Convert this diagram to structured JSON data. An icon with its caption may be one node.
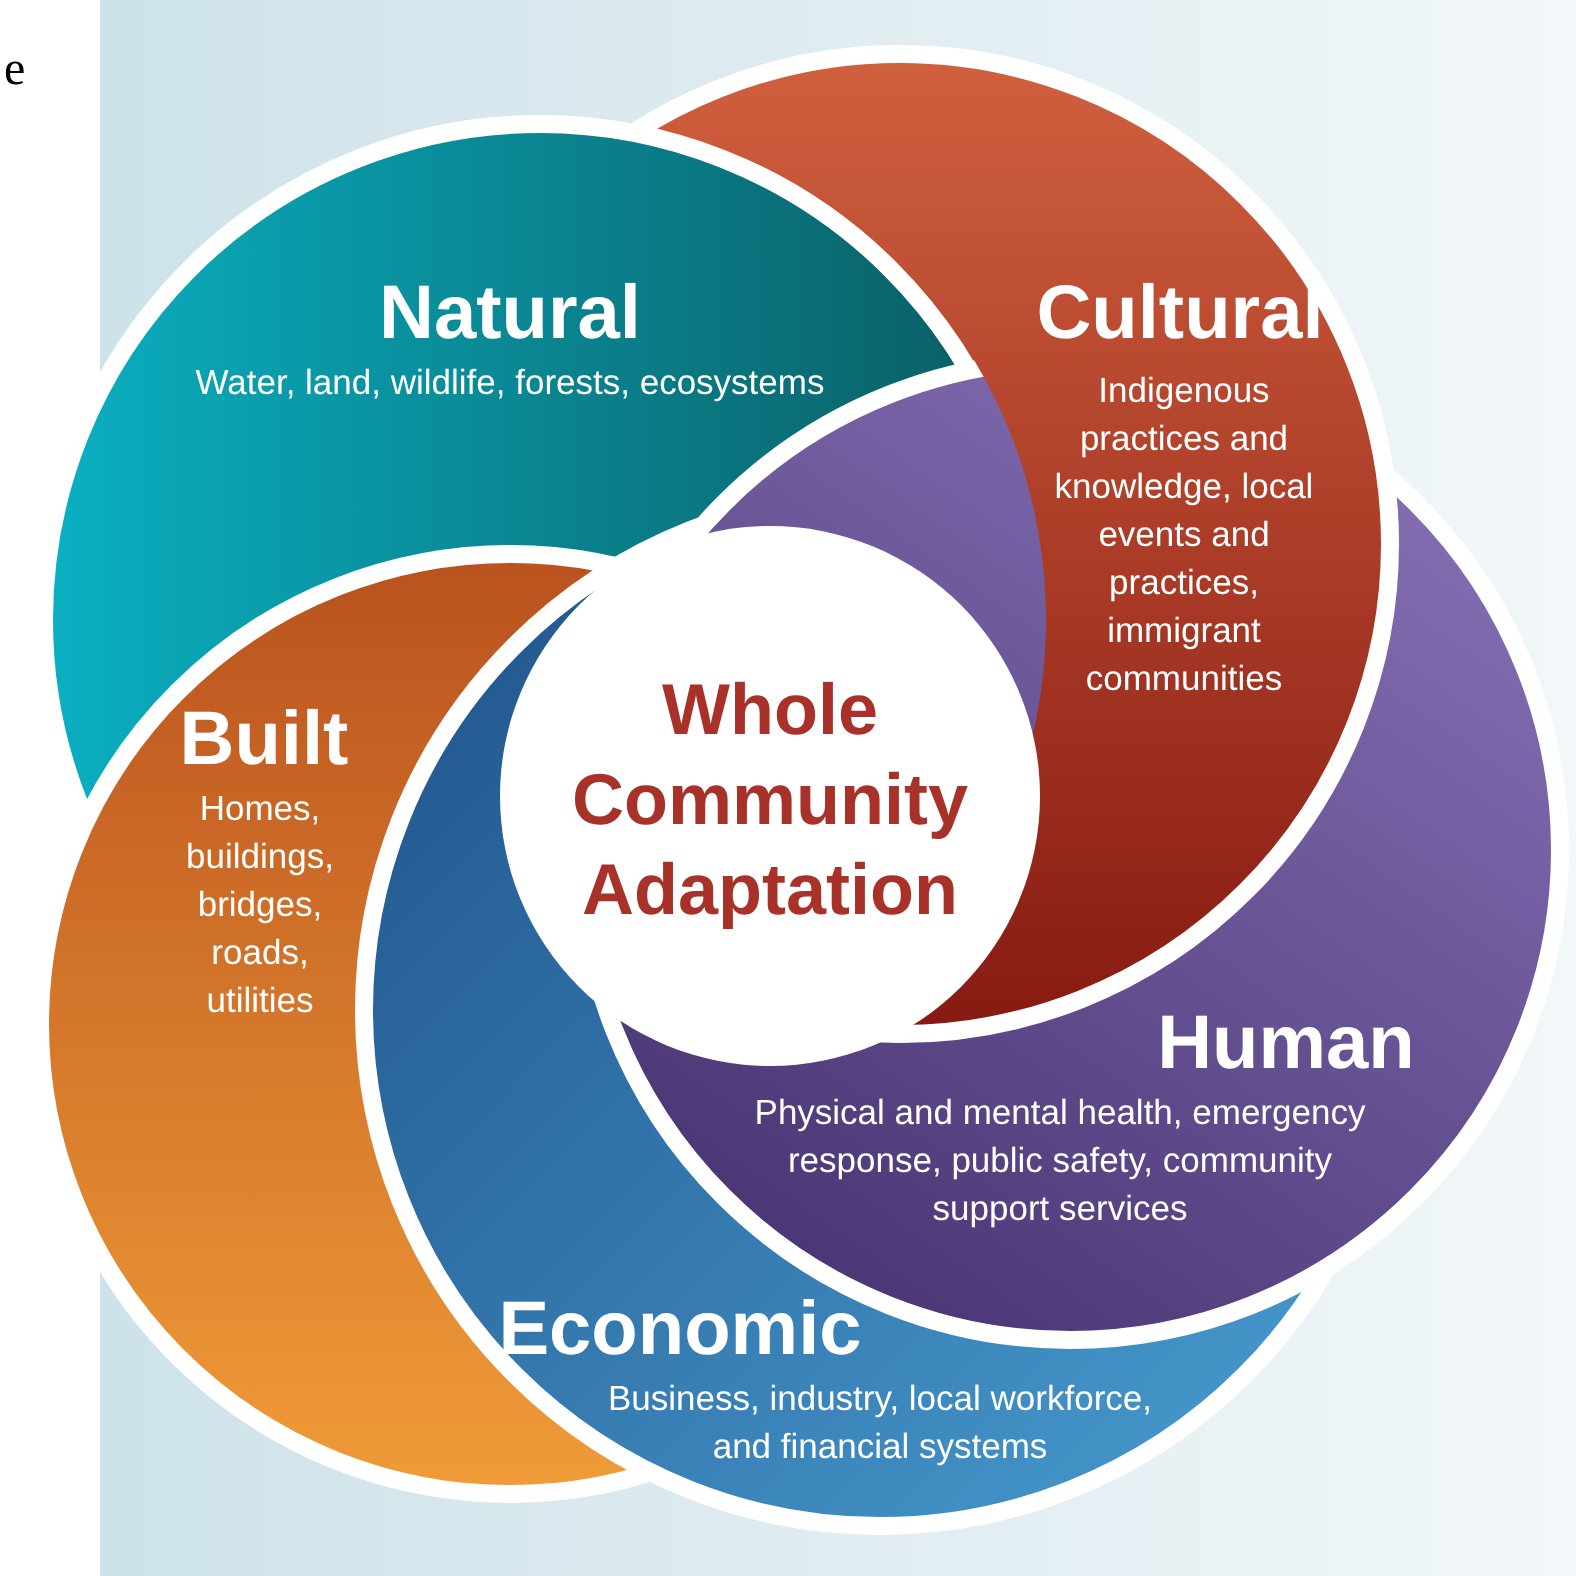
{
  "diagram": {
    "nodes": [
      {
        "text": [
          "Natural",
          "Water, land, wildlife, forests, ecosystems"
        ]
      },
      {
        "text": [
          "Cultural",
          "Indigenous practices and knowledge, local events and practices, immigrant communities"
        ]
      },
      {
        "text": [
          "Human",
          "Physical and mental health, emergency response, public safety, community support services"
        ]
      },
      {
        "text": [
          "Economic",
          "Business, industry, local workforce, and financial systems"
        ]
      },
      {
        "text": [
          "Built",
          "Homes, buildings, bridges, roads, utilities"
        ]
      },
      {
        "text": [
          "Whole Community Adaptation"
        ]
      }
    ],
    "edges": [],
    "labels": [
      "e"
    ]
  }
}
